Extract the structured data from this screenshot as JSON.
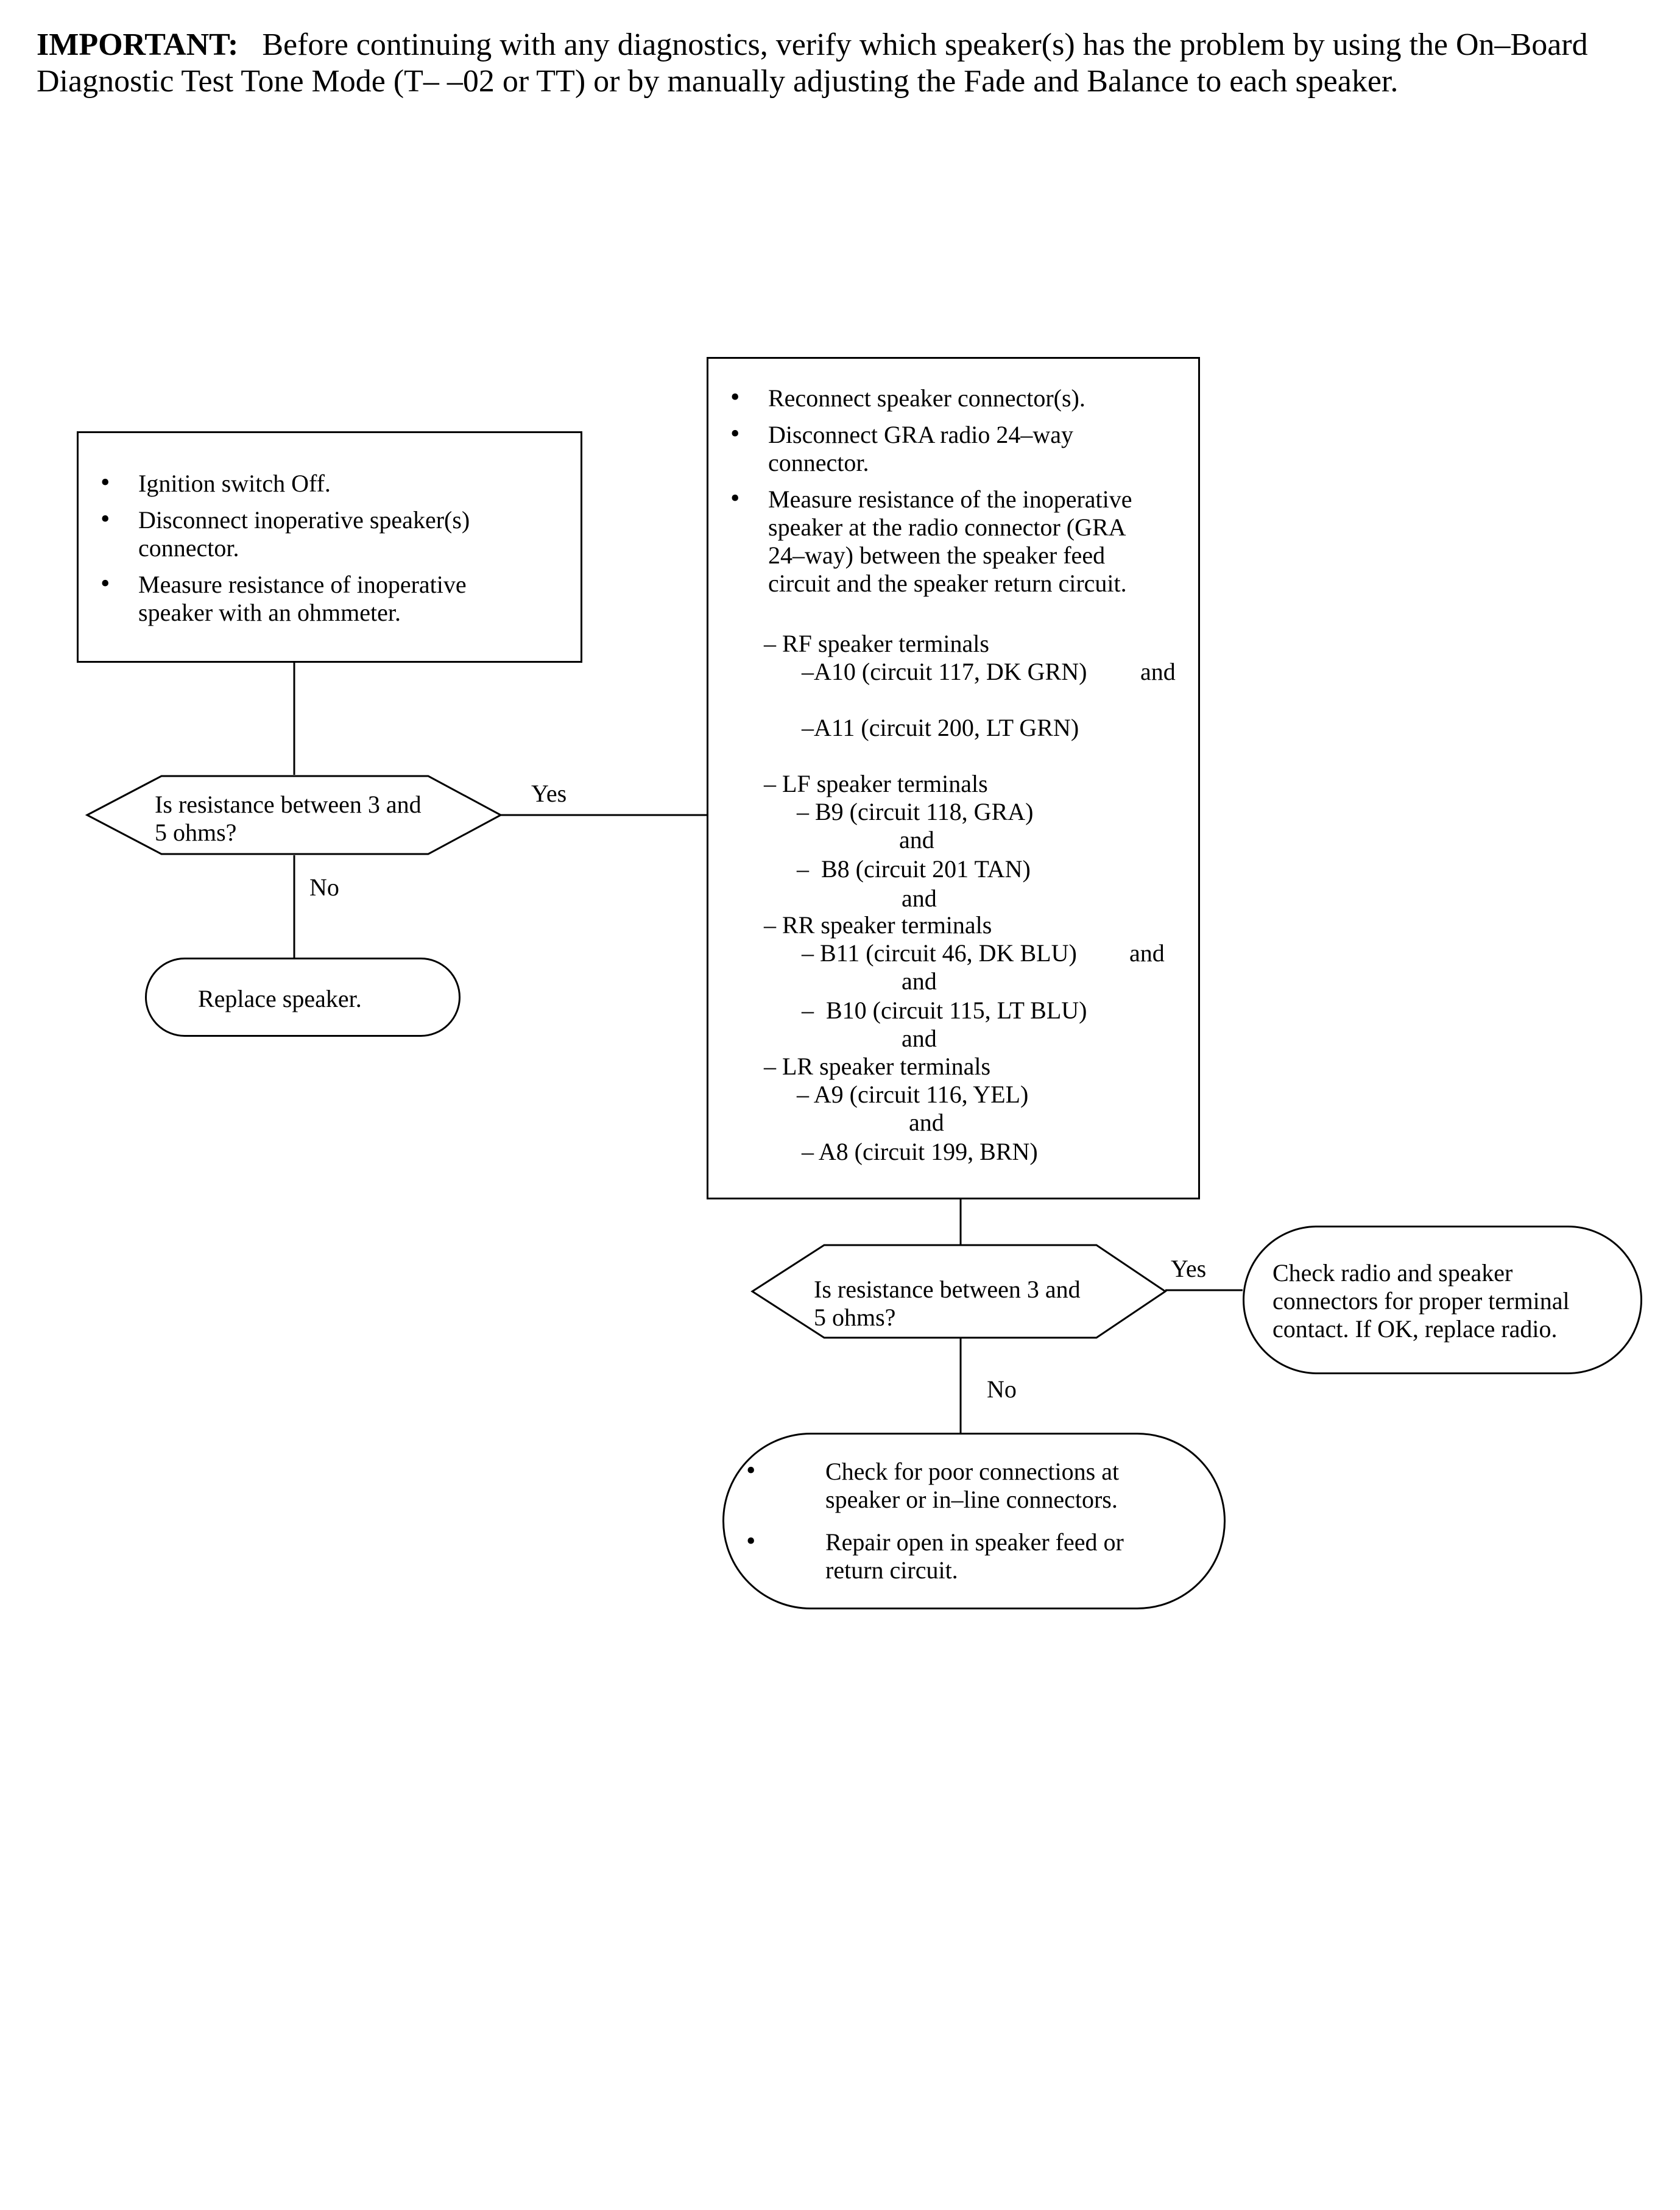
{
  "header": {
    "bold": "IMPORTANT:",
    "text": "Before continuing with any diagnostics, verify which speaker(s) has the problem by using the On–Board Diagnostic Test Tone Mode (T– –02 or TT) or by manually adjusting the Fade and Balance to each speaker."
  },
  "step1": {
    "items": [
      "Ignition switch Off.",
      "Disconnect inoperative speaker(s) connector.",
      "Measure resistance of inoperative speaker with an ohmmeter."
    ]
  },
  "decision1": {
    "question": "Is resistance between 3 and 5 ohms?",
    "yes": "Yes",
    "no": "No"
  },
  "result1": {
    "text": "Replace speaker."
  },
  "step2": {
    "items": [
      "Reconnect speaker connector(s).",
      "Disconnect GRA radio 24–way connector.",
      "Measure resistance of the inoperative speaker at the radio connector (GRA 24–way) between the speaker feed circuit and the speaker return circuit."
    ],
    "terminals": [
      "– RF speaker terminals",
      "–A10 (circuit 117, DK GRN)",
      "and",
      "–A11 (circuit 200, LT GRN)",
      "– LF speaker terminals",
      "– B9 (circuit 118, GRA)",
      "and",
      "–  B8 (circuit 201 TAN)",
      "and",
      "– RR speaker terminals",
      "– B11 (circuit 46, DK BLU)",
      "and",
      "and",
      "–  B10 (circuit 115, LT BLU)",
      "and",
      "– LR speaker terminals",
      "– A9 (circuit 116, YEL)",
      "and",
      "– A8 (circuit 199, BRN)"
    ]
  },
  "decision2": {
    "question": "Is resistance between 3 and 5 ohms?",
    "yes": "Yes",
    "no": "No"
  },
  "result2": {
    "text": "Check radio and speaker connectors for proper terminal contact. If OK, replace radio."
  },
  "result3": {
    "items": [
      "Check for poor connections at speaker or in–line connectors.",
      "Repair open in speaker feed or return circuit."
    ]
  }
}
